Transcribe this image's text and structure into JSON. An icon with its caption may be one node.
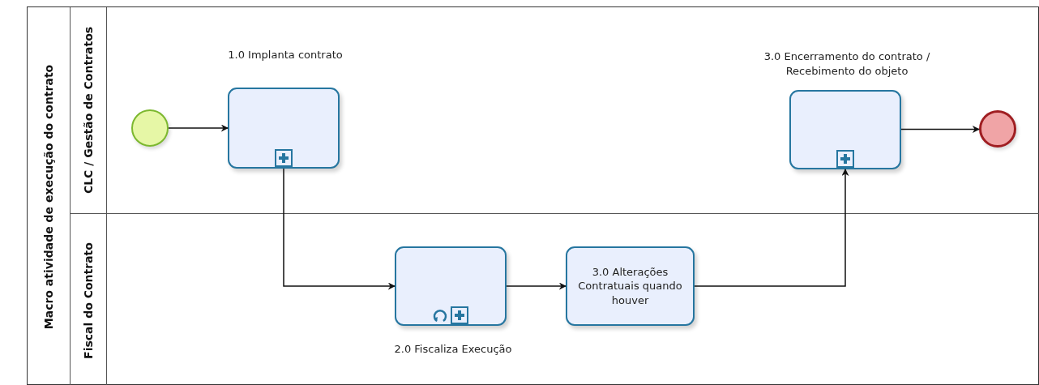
{
  "diagram": {
    "nodes": [
      {
        "text": [
          "Macro  atividade de execução do contrato"
        ]
      },
      {
        "text": [
          "CLC / Gestão de Contratos"
        ],
        "in": 0
      },
      {
        "text": [
          "Fiscal do Contrato"
        ],
        "in": 0
      },
      {
        "text": [],
        "shape": "circle",
        "in": 1
      },
      {
        "text": [
          "1.0 Implanta contrato"
        ],
        "in": 1
      },
      {
        "text": [
          "2.0 Fiscaliza Execução"
        ],
        "in": 2
      },
      {
        "text": [
          "3.0 Alterações Contratuais quando houver"
        ],
        "in": 2
      },
      {
        "text": [
          "3.0 Encerramento do contrato / Recebimento do objeto"
        ],
        "in": 1
      },
      {
        "text": [],
        "shape": "circle",
        "in": 1
      }
    ],
    "edges": [
      {
        "from": 3,
        "to": 4,
        "arrow": "to"
      },
      {
        "from": 4,
        "to": 5,
        "arrow": "to"
      },
      {
        "from": 5,
        "to": 6,
        "arrow": "to"
      },
      {
        "from": 6,
        "to": 7,
        "arrow": "to"
      },
      {
        "from": 7,
        "to": 8,
        "arrow": "to"
      }
    ]
  }
}
